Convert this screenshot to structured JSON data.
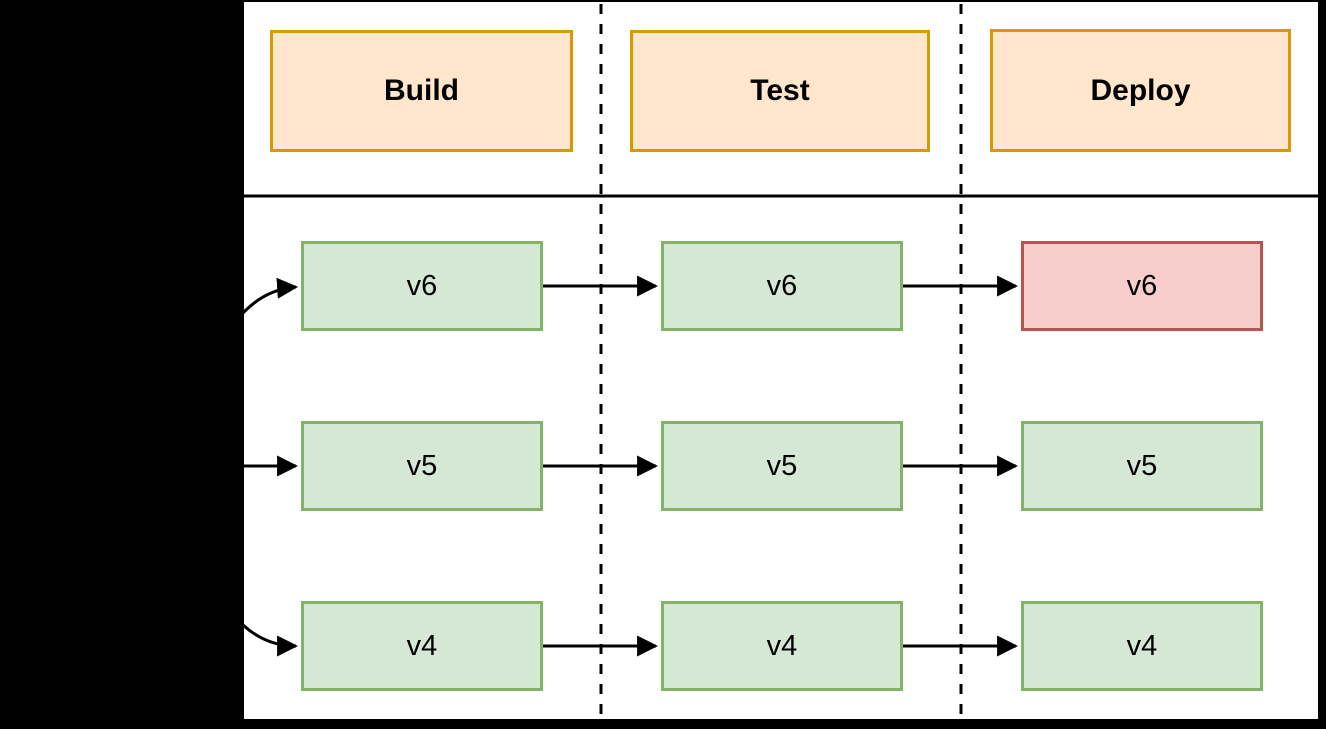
{
  "diagram": {
    "title": "pipeline-stage-version-matrix",
    "colors": {
      "background": "#000000",
      "panel_bg": "#ffffff",
      "line": "#000000",
      "stage_fill": "#ffe6cc",
      "stage_stroke": "#d79b00",
      "ok_fill": "#d5e8d4",
      "ok_stroke": "#82b366",
      "fail_fill": "#f8cecc",
      "fail_stroke": "#b85450"
    },
    "stages": [
      {
        "label": "Build"
      },
      {
        "label": "Test"
      },
      {
        "label": "Deploy"
      }
    ],
    "rows": [
      {
        "version": "v6",
        "cells": [
          {
            "stage": "Build",
            "label": "v6",
            "status": "ok"
          },
          {
            "stage": "Test",
            "label": "v6",
            "status": "ok"
          },
          {
            "stage": "Deploy",
            "label": "v6",
            "status": "fail"
          }
        ]
      },
      {
        "version": "v5",
        "cells": [
          {
            "stage": "Build",
            "label": "v5",
            "status": "ok"
          },
          {
            "stage": "Test",
            "label": "v5",
            "status": "ok"
          },
          {
            "stage": "Deploy",
            "label": "v5",
            "status": "ok"
          }
        ]
      },
      {
        "version": "v4",
        "cells": [
          {
            "stage": "Build",
            "label": "v4",
            "status": "ok"
          },
          {
            "stage": "Test",
            "label": "v4",
            "status": "ok"
          },
          {
            "stage": "Deploy",
            "label": "v4",
            "status": "ok"
          }
        ]
      }
    ],
    "flows": [
      {
        "row": "v6",
        "edges": [
          "entry→Build",
          "Build→Test",
          "Test→Deploy"
        ]
      },
      {
        "row": "v5",
        "edges": [
          "entry→Build",
          "Build→Test",
          "Test→Deploy"
        ]
      },
      {
        "row": "v4",
        "edges": [
          "entry→Build",
          "Build→Test",
          "Test→Deploy"
        ]
      }
    ]
  }
}
